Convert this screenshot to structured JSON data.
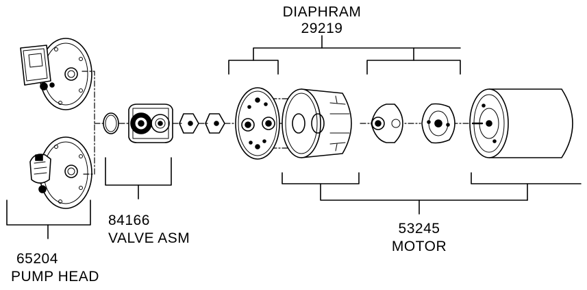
{
  "diagram": {
    "components": [
      {
        "id": "pump-head",
        "number": "65204",
        "name": "PUMP HEAD"
      },
      {
        "id": "valve-asm",
        "number": "84166",
        "name": "VALVE ASM"
      },
      {
        "id": "diaphram",
        "number": "29219",
        "name": "DIAPHRAM"
      },
      {
        "id": "motor",
        "number": "53245",
        "name": "MOTOR"
      }
    ],
    "line_color": "#000000",
    "background": "#ffffff"
  }
}
